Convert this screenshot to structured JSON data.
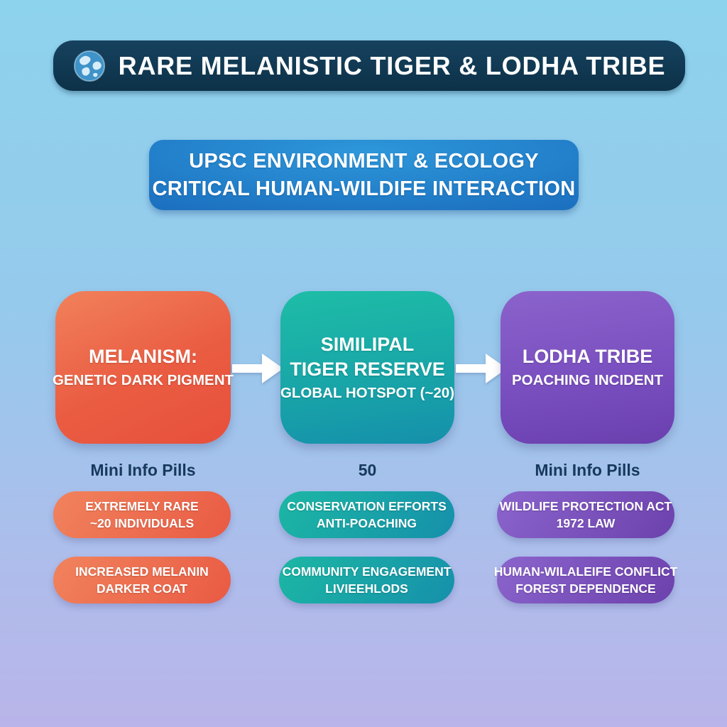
{
  "page": {
    "background_top_color": "#8dd3ed",
    "background_bottom_color": "#b9b4e9"
  },
  "header": {
    "icon": "globe-icon",
    "title": "RARE MELANISTIC TIGER & LODHA TRIBE",
    "bg_color": "#0d3148",
    "text_color": "#ffffff"
  },
  "banner": {
    "line1": "UPSC ENVIRONMENT & ECOLOGY",
    "line2": "CRITICAL HUMAN-WILDIFE INTERACTION",
    "bg_color": "#1c70bf",
    "text_color": "#ffffff"
  },
  "flow": {
    "arrow_icon": "right-arrow-icon",
    "arrow_color": "#ffffff"
  },
  "columns": [
    {
      "name": "melanism",
      "accent_color": "#ea5c42",
      "card": {
        "title": "MELANISM:",
        "subtitle": "GENETIC DARK PIGMENT"
      },
      "label": "Mini Info Pills",
      "pills": [
        {
          "line1": "EXTREMELY RARE",
          "line2": "~20 INDIVIDUALS"
        },
        {
          "line1": "INCREASED MELANIN",
          "line2": "DARKER COAT"
        }
      ]
    },
    {
      "name": "similipal-tiger-reserve",
      "accent_color": "#18a4a8",
      "card": {
        "title": "SIMILIPAL",
        "title2": "TIGER RESERVE",
        "subtitle": "GLOBAL HOTSPOT (~20)"
      },
      "label": "50",
      "pills": [
        {
          "line1": "CONSERVATION EFFORTS",
          "line2": "ANTI-POACHING"
        },
        {
          "line1": "COMMUNITY ENGAGEMENT",
          "line2": "LIVIEEHLODS"
        }
      ]
    },
    {
      "name": "lodha-tribe",
      "accent_color": "#7a4fc0",
      "card": {
        "title": "LODHA TRIBE",
        "subtitle": "POACHING INCIDENT"
      },
      "label": "Mini Info Pills",
      "pills": [
        {
          "line1": "WILDLIFE PROTECTION ACT",
          "line2": "1972 LAW"
        },
        {
          "line1": "HUMAN-WILALEIFE CONFLICT",
          "line2": "FOREST DEPENDENCE"
        }
      ]
    }
  ]
}
